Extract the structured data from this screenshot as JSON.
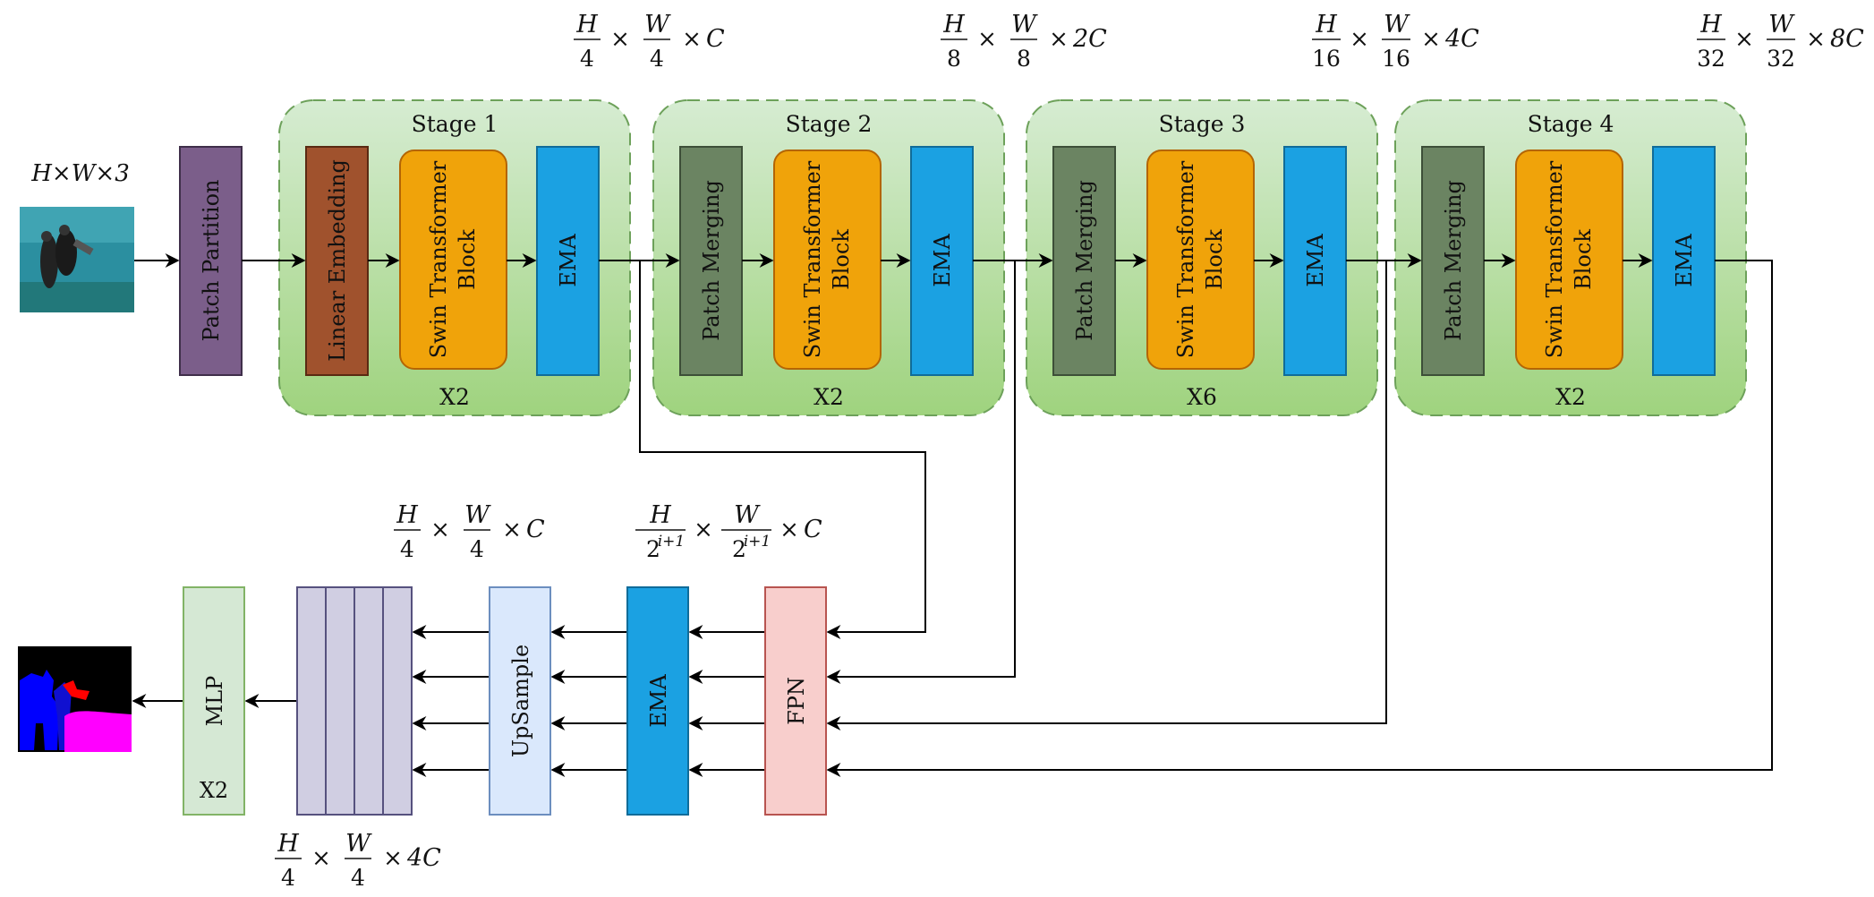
{
  "input": {
    "dims": "H×W×3"
  },
  "blocks": {
    "patch_partition": "Patch Partition",
    "linear_embedding": "Linear Embedding",
    "patch_merging": "Patch Merging",
    "swin_block": [
      "Swin Transformer",
      "Block"
    ],
    "ema": "EMA",
    "fpn": "FPN",
    "upsample": "UpSample",
    "mlp": "MLP"
  },
  "stages": [
    {
      "title": "Stage 1",
      "repeat": "X2",
      "first_block": "Linear Embedding"
    },
    {
      "title": "Stage 2",
      "repeat": "X2",
      "first_block": "Patch Merging"
    },
    {
      "title": "Stage 3",
      "repeat": "X6",
      "first_block": "Patch Merging"
    },
    {
      "title": "Stage 4",
      "repeat": "X2",
      "first_block": "Patch Merging"
    }
  ],
  "stage_dims": [
    {
      "h": "4",
      "w": "4",
      "c": "C"
    },
    {
      "h": "8",
      "w": "8",
      "c": "2C"
    },
    {
      "h": "16",
      "w": "16",
      "c": "4C"
    },
    {
      "h": "32",
      "w": "32",
      "c": "8C"
    }
  ],
  "decoder_dims": {
    "upsample_out": {
      "h": "4",
      "w": "4",
      "c": "C"
    },
    "fpn_out": {
      "h": "2^{i+1}",
      "w": "2^{i+1}",
      "c": "C"
    },
    "concat": {
      "h": "4",
      "w": "4",
      "c": "4C"
    }
  },
  "mlp_repeat": "X2",
  "colors": {
    "stage_fill_top": "#d6ecd2",
    "stage_fill_bottom": "#9fd37e",
    "stage_border": "#6da15a",
    "patch_partition": "#7b5e8a",
    "linear_embedding": "#a0522d",
    "patch_merging": "#6b8462",
    "swin_block": "#f0a30a",
    "ema": "#1ba1e2",
    "fpn": "#f8cecc",
    "upsample": "#dae8fc",
    "concat": "#d0cee2",
    "mlp": "#d5e8d4"
  }
}
